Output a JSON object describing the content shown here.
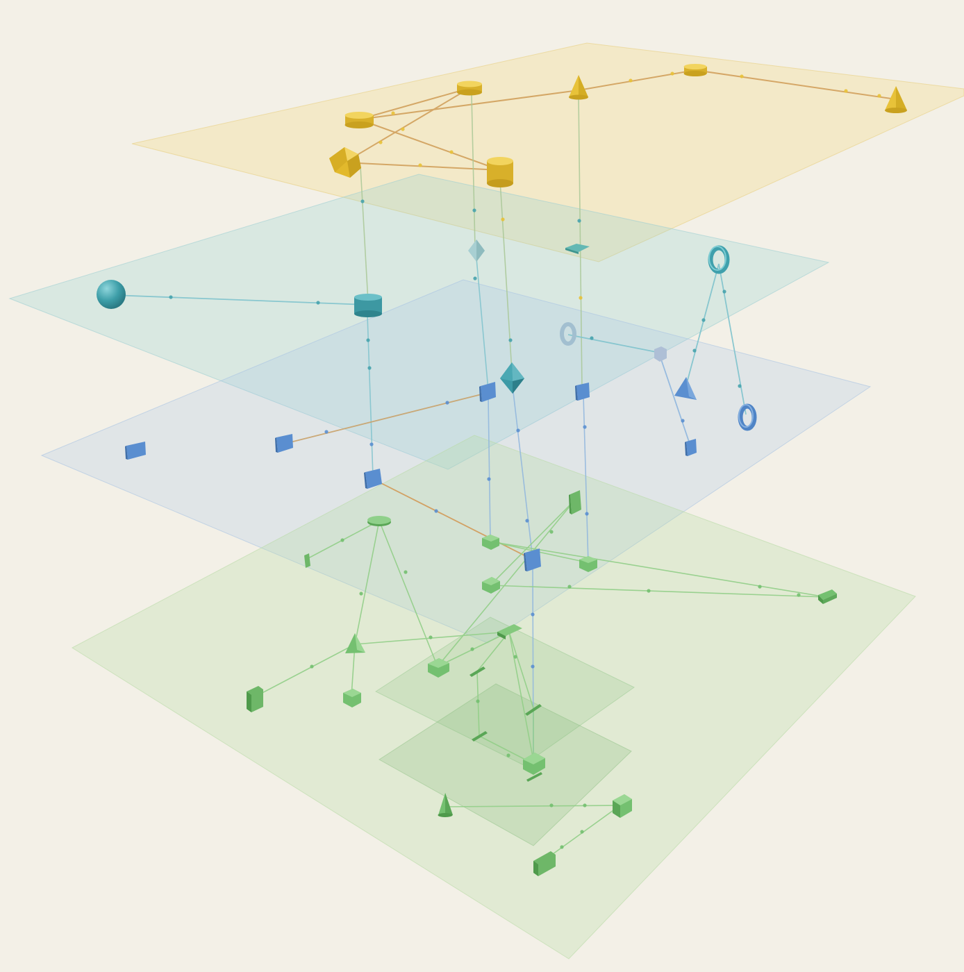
{
  "palette": {
    "background": "#f3f0e7",
    "yellow": "#e8c239",
    "teal": "#47a3ad",
    "blue": "#5b8fd0",
    "green": "#74c070",
    "edge_orange": "#d29a58",
    "edge_teal": "#7fc3cd",
    "edge_blue": "#8fb6de",
    "edge_green": "#92cf88"
  },
  "layers": [
    {
      "id": "layer-top",
      "tone": "yellow"
    },
    {
      "id": "layer-teal",
      "tone": "teal"
    },
    {
      "id": "layer-blue",
      "tone": "blue"
    },
    {
      "id": "layer-green",
      "tone": "green"
    }
  ],
  "node_shapes": [
    "cylinder",
    "cone",
    "icosahedron",
    "sphere",
    "octahedron",
    "torus",
    "tetrahedron",
    "box",
    "plate",
    "disc",
    "pin"
  ]
}
